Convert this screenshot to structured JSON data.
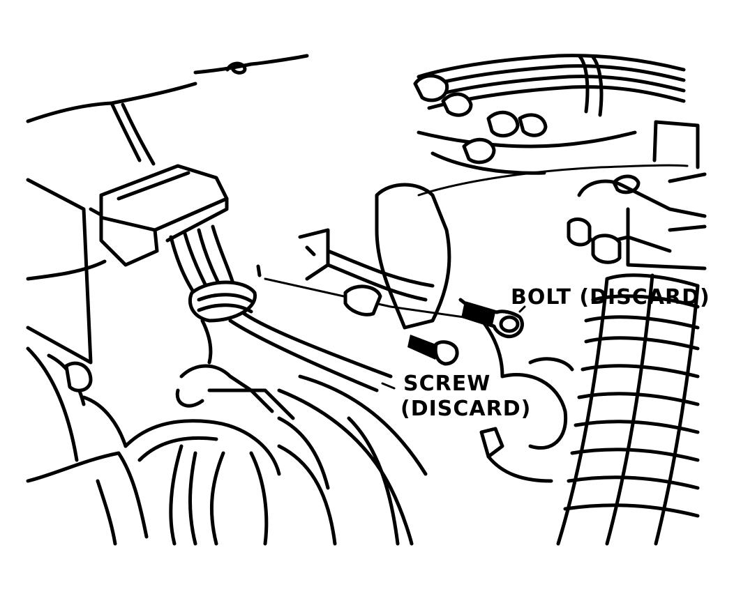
{
  "figure": {
    "labels": {
      "bolt": "BOLT (DISCARD)",
      "screw_line1": "SCREW",
      "screw_line2": "(DISCARD)"
    }
  }
}
